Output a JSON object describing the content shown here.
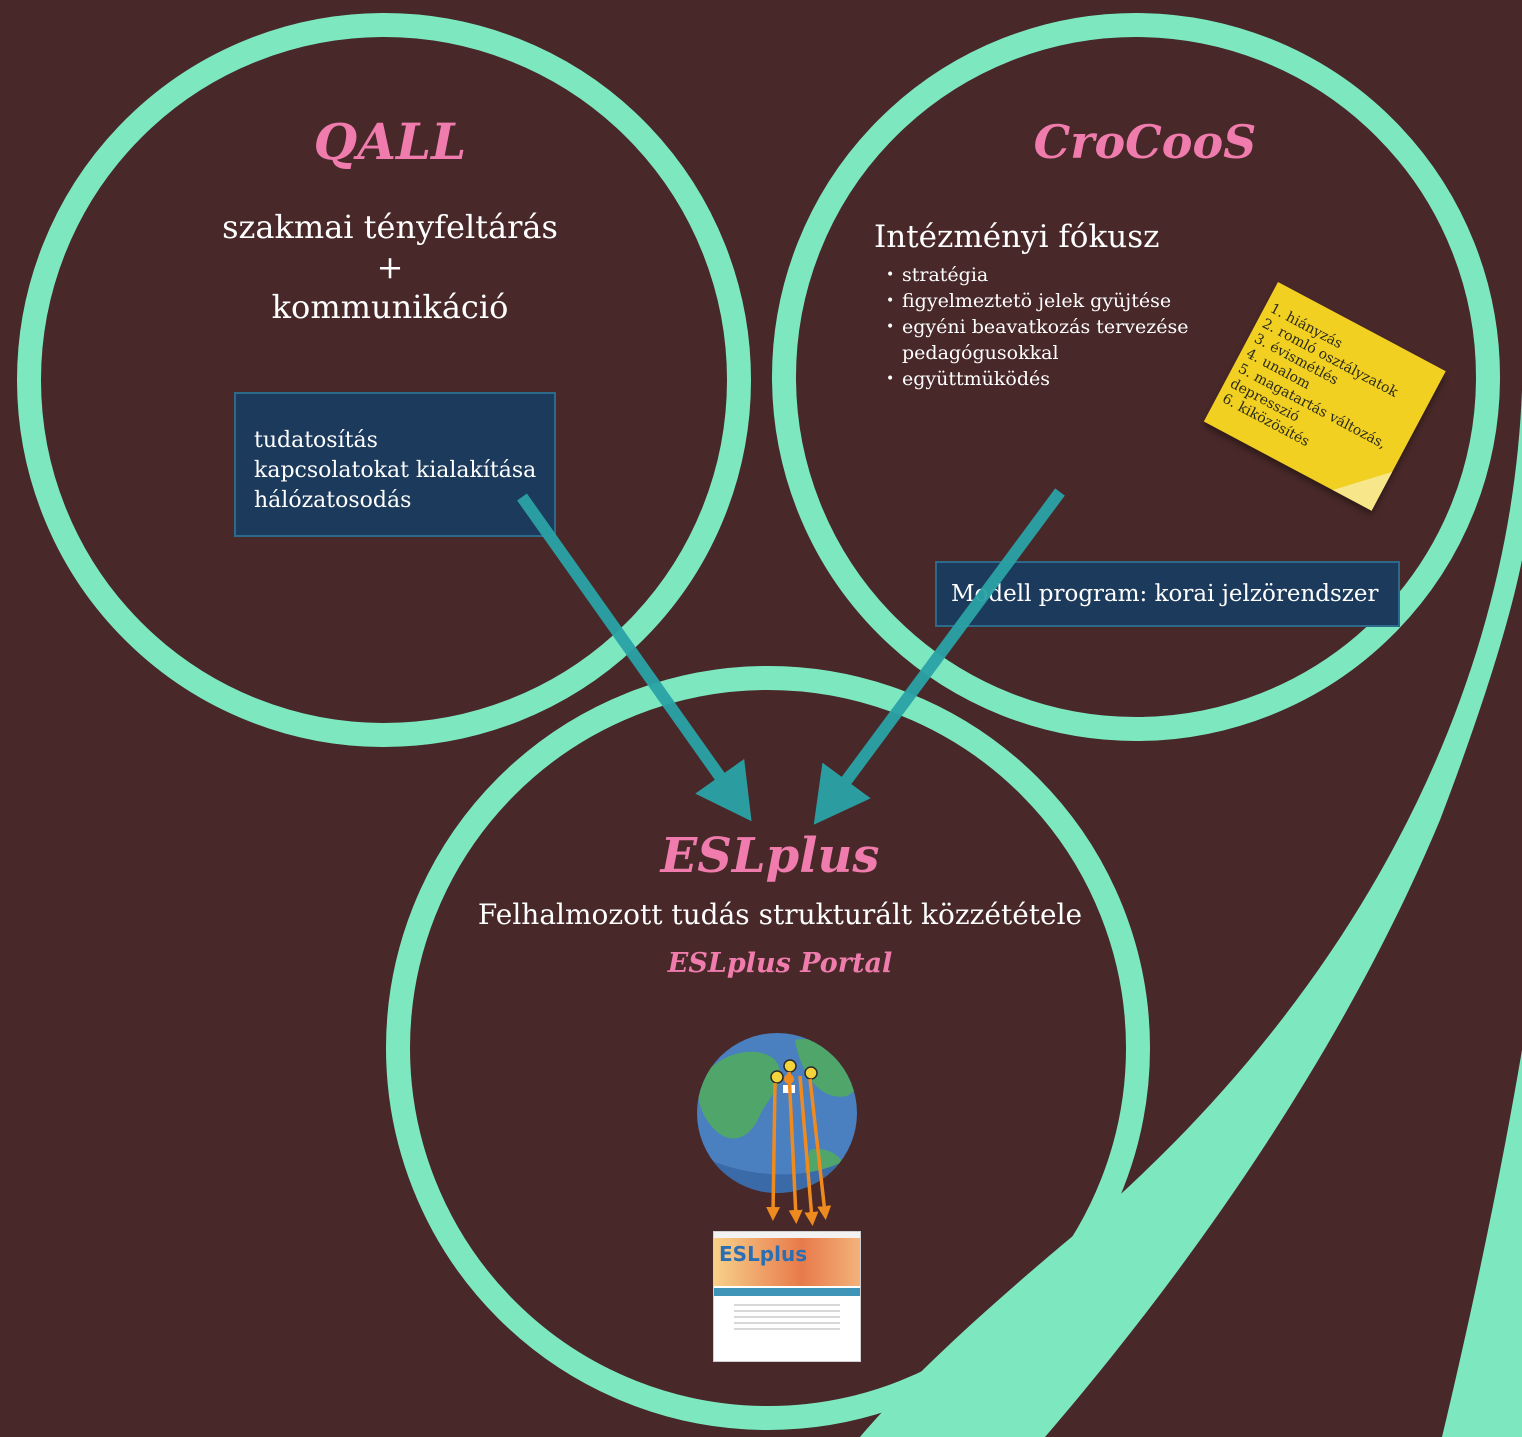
{
  "colors": {
    "background": "#482828",
    "ring": "#7de8c0",
    "arrow": "#2aa3a6",
    "title": "#f07cae",
    "box": "#1c3a5c",
    "note": "#f2d022"
  },
  "qall": {
    "title": "QALL",
    "line1": "szakmai tényfeltárás",
    "plus": "+",
    "line2": "kommunikáció",
    "box_items": [
      "tudatosítás",
      "kapcsolatokat kialakítása",
      "hálózatosodás"
    ]
  },
  "crocoos": {
    "title": "CroCooS",
    "heading": "Intézményi fókusz",
    "bullets": [
      "stratégia",
      "figyelmeztetö jelek gyüjtése",
      "egyéni beavatkozás tervezése",
      "pedagógusokkal",
      "együttmüködés"
    ],
    "note_items": [
      "1. hiányzás",
      "2. romló osztályzatok",
      "3. évismétlés",
      "4. unalom",
      "5. magatartás változás,",
      "depresszió",
      "6. kiközösítés"
    ],
    "model_program": "Modell program: korai jelzörendszer"
  },
  "eslplus": {
    "title": "ESLplus",
    "subtitle": "Felhalmozott tudás strukturált közzététele",
    "portal_label": "ESLplus Portal",
    "globe_icon": "globe-icon",
    "portal_logo": "ESLplus"
  }
}
